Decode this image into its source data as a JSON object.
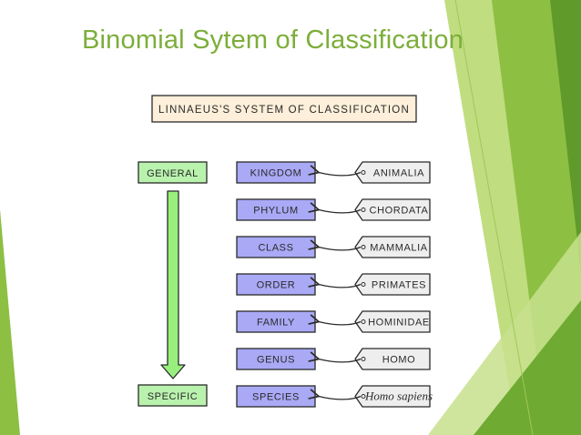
{
  "slide": {
    "title": "Binomial Sytem of Classification"
  },
  "diagram": {
    "header": "LINNAEUS'S   SYSTEM   OF   CLASSIFICATION",
    "general_label": "GENERAL",
    "specific_label": "SPECIFIC",
    "ranks": [
      "KINGDOM",
      "PHYLUM",
      "CLASS",
      "ORDER",
      "FAMILY",
      "GENUS",
      "SPECIES"
    ],
    "examples": [
      "ANIMALIA",
      "CHORDATA",
      "MAMMALIA",
      "PRIMATES",
      "HOMINIDAE",
      "HOMO",
      "Homo  sapiens"
    ]
  },
  "colors": {
    "title": "#7cae3a",
    "accent_green_light": "#b5d76a",
    "accent_green_mid": "#8dbf43",
    "accent_green_dark": "#5f9a2a",
    "header_fill": "#fdefd9",
    "general_fill": "#b9f2ad",
    "rank_fill": "#a9a9f6",
    "example_fill": "#eeeeee",
    "arrow_fill": "#99ef7e"
  }
}
